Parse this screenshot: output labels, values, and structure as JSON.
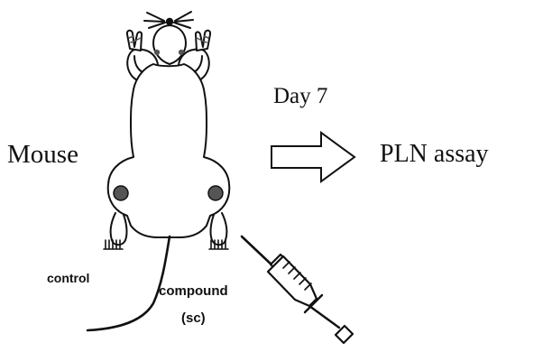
{
  "labels": {
    "subject": "Mouse",
    "timepoint": "Day 7",
    "assay": "PLN assay",
    "control": "control",
    "compound": "compound",
    "route": "(sc)"
  },
  "colors": {
    "ink": "#111111",
    "paper": "#ffffff",
    "mark": "#555555"
  },
  "icons": {
    "animal": "mouse-icon",
    "process": "arrow-right-icon",
    "injection": "syringe-icon"
  }
}
